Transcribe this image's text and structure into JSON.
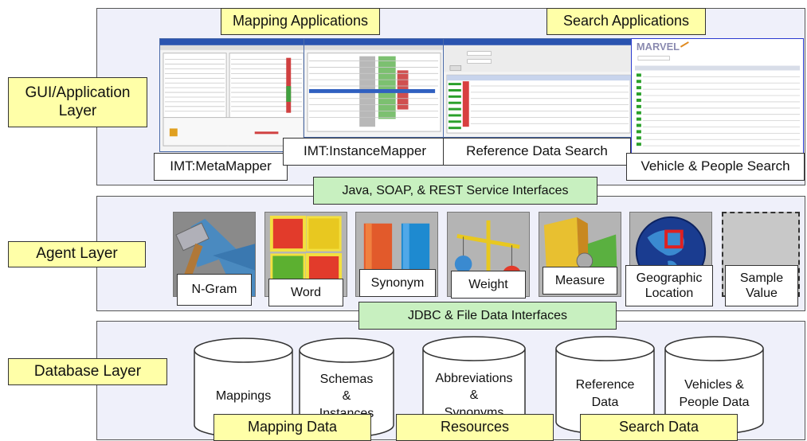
{
  "layers": {
    "gui": "GUI/Application\nLayer",
    "agent": "Agent Layer",
    "database": "Database Layer"
  },
  "gui_section": {
    "mapping_apps": "Mapping Applications",
    "search_apps": "Search Applications",
    "apps": {
      "metamapper": "IMT:MetaMapper",
      "instancemapper": "IMT:InstanceMapper",
      "reference_search": "Reference Data Search",
      "vehicle_search": "Vehicle & People Search"
    },
    "marvel_logo": "MARVEL"
  },
  "interfaces": {
    "service": "Java, SOAP, & REST Service Interfaces",
    "data": "JDBC & File Data Interfaces"
  },
  "agents": {
    "ngram": "N-Gram",
    "word": "Word",
    "synonym": "Synonym",
    "weight": "Weight",
    "measure": "Measure",
    "geo": "Geographic\nLocation",
    "sample": "Sample\nValue"
  },
  "databases": {
    "mappings": "Mappings",
    "schemas": "Schemas\n&\nInstances",
    "abbrev": "Abbreviations\n&\nSynonyms",
    "reference": "Reference\nData",
    "vehicles": "Vehicles &\nPeople Data"
  },
  "db_groups": {
    "mapping_data": "Mapping Data",
    "resources": "Resources",
    "search_data": "Search Data"
  },
  "colors": {
    "layer_fill": "#eff0fa",
    "label_yellow": "#ffffa8",
    "interface_green": "#c8f0c0"
  }
}
